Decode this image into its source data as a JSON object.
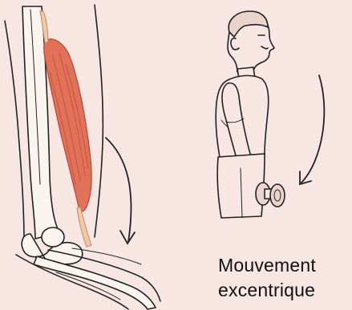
{
  "caption": {
    "line1": "Mouvement",
    "line2": "excentrique"
  },
  "colors": {
    "background": "#f7e6e1",
    "muscle": "#e2715a",
    "muscle_dark": "#c2503c",
    "tendon": "#f3c9a4",
    "bone": "#fbf3ef",
    "outline": "#222222",
    "skin": "#f7e6e1"
  },
  "icons": [
    "biceps-muscle-illustration",
    "person-holding-dumbbell",
    "downward-curved-arrow"
  ]
}
